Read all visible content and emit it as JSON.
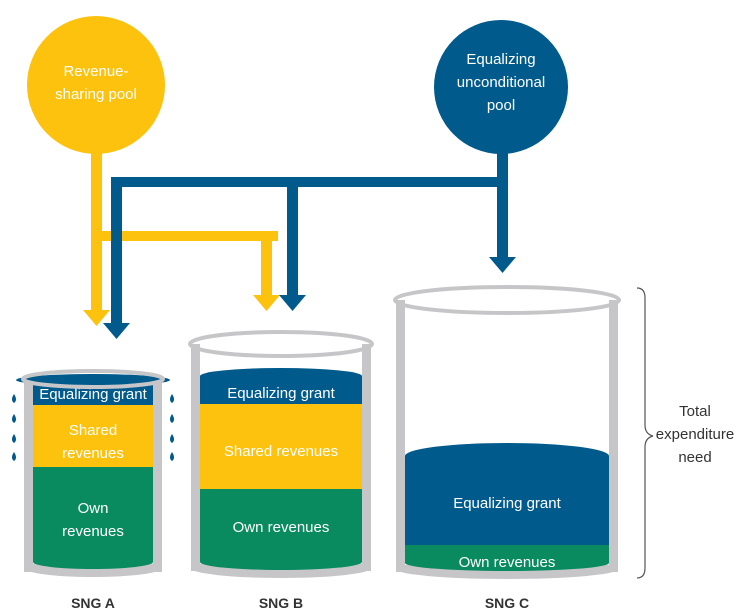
{
  "pools": {
    "revenue_sharing": {
      "line1": "Revenue-",
      "line2": "sharing pool"
    },
    "equalizing": {
      "line1": "Equalizing",
      "line2": "unconditional",
      "line3": "pool"
    }
  },
  "containers": {
    "sng_a": {
      "caption": "SNG A",
      "equalizing_grant": "Equalizing grant",
      "shared_line1": "Shared",
      "shared_line2": "revenues",
      "own_line1": "Own",
      "own_line2": "revenues"
    },
    "sng_b": {
      "caption": "SNG B",
      "equalizing_grant": "Equalizing grant",
      "shared": "Shared revenues",
      "own": "Own revenues"
    },
    "sng_c": {
      "caption": "SNG C",
      "equalizing_grant": "Equalizing grant",
      "own": "Own revenues"
    }
  },
  "annotation": {
    "line1": "Total",
    "line2": "expenditure",
    "line3": "need"
  },
  "colors": {
    "yellow": "#fdc20e",
    "blue": "#005a8c",
    "green": "#0a8a5f",
    "gray": "#c6c6c8",
    "dark_text": "#333333"
  }
}
